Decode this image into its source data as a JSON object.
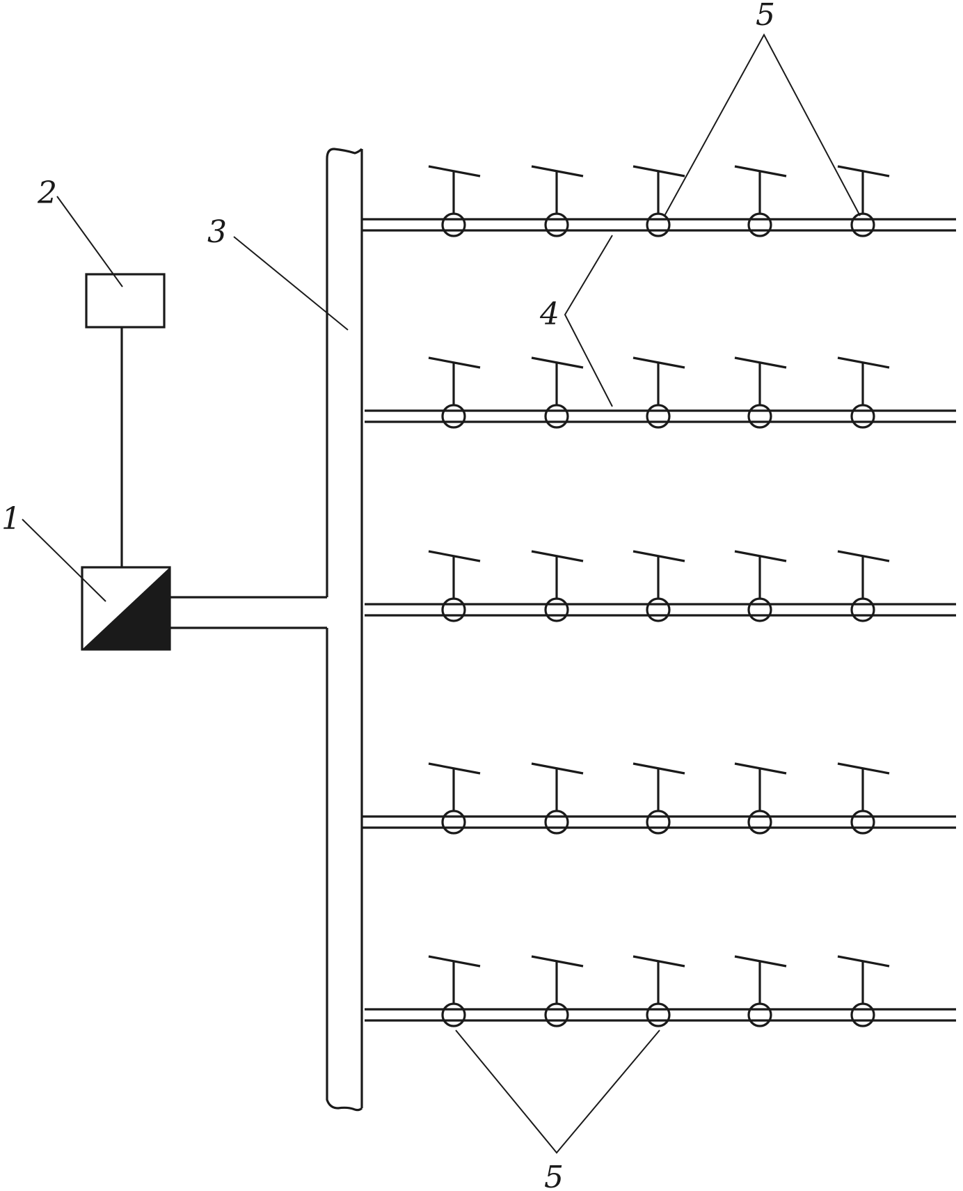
{
  "labels": {
    "valve": "1",
    "controller": "2",
    "main_pipe": "3",
    "branch_pipe": "4",
    "nozzle_top": "5",
    "nozzle_bottom": "5"
  },
  "layout": {
    "branch_count": 5,
    "nozzles_per_branch": 5
  }
}
